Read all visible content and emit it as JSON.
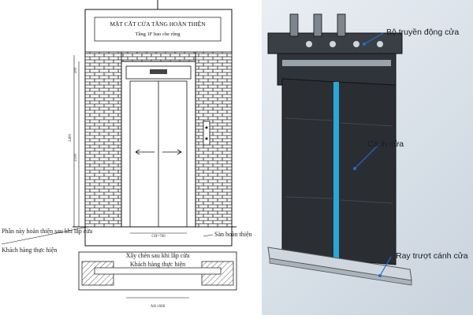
{
  "left_drawing": {
    "title": "MẶT CẮT CỬA TẦNG HOÀN THIỆN",
    "subtitle": "Tầng 1F bao che rộng",
    "dimension_labels": [
      "2400",
      "2100",
      "200",
      "CH=700",
      "AH 1600"
    ],
    "notes": {
      "finish_after_install": "Phần này hoàn thiện sau khi lắp cửa",
      "customer_does": "Khách hàng thực hiện",
      "finished_floor": "Sàn hoàn thiện",
      "build_after_install": "Xây chèn sau khi lắp cửa",
      "customer_does_2": "Khách hàng thực hiện"
    }
  },
  "right_photo": {
    "labels": {
      "door_operator": "Bộ truyền động cửa",
      "door_panel": "Cánh cửa",
      "door_rail": "Ray trượt cánh cửa"
    },
    "colors": {
      "callout_line": "#1f6fd1",
      "panel": "#2b2f34",
      "strip": "#2aa7d8"
    }
  }
}
